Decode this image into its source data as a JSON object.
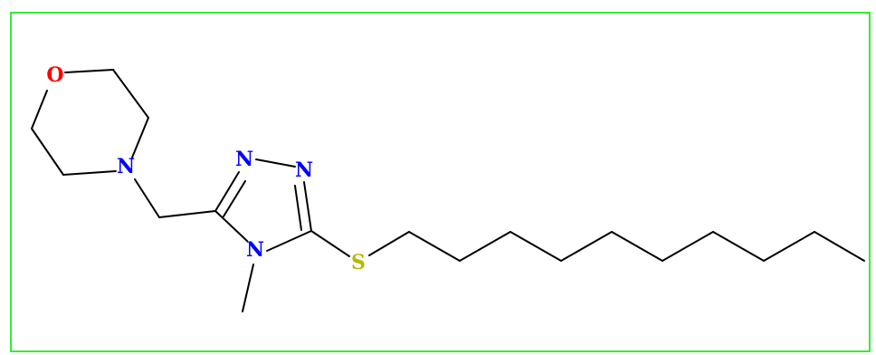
{
  "molecule": {
    "bond_color": "#000000",
    "frame_color": "#33ee33",
    "atoms": [
      {
        "name": "morpholine-oxygen",
        "label": "O",
        "color": "#ff0000"
      },
      {
        "name": "morpholine-nitrogen",
        "label": "N",
        "color": "#0000ff"
      },
      {
        "name": "triazole-nitrogen-1",
        "label": "N",
        "color": "#0000ff"
      },
      {
        "name": "triazole-nitrogen-2",
        "label": "N",
        "color": "#0000ff"
      },
      {
        "name": "triazole-nitrogen-4",
        "label": "N",
        "color": "#0000ff"
      },
      {
        "name": "thioether-sulfur",
        "label": "S",
        "color": "#b8b800"
      }
    ]
  }
}
